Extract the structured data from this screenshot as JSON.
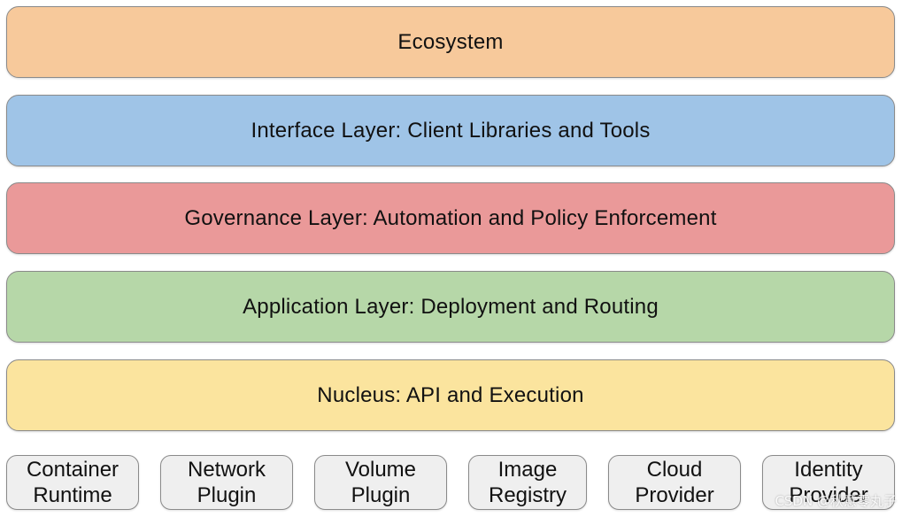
{
  "layers": [
    {
      "label": "Ecosystem",
      "color": "#f7c99b"
    },
    {
      "label": "Interface Layer: Client Libraries and Tools",
      "color": "#9fc4e7"
    },
    {
      "label": "Governance Layer: Automation and Policy Enforcement",
      "color": "#ea9999"
    },
    {
      "label": "Application Layer: Deployment and Routing",
      "color": "#b6d7a8"
    },
    {
      "label": "Nucleus: API and Execution",
      "color": "#fbe49e"
    }
  ],
  "plugins": [
    {
      "line1": "Container",
      "line2": "Runtime"
    },
    {
      "line1": "Network",
      "line2": "Plugin"
    },
    {
      "line1": "Volume",
      "line2": "Plugin"
    },
    {
      "line1": "Image",
      "line2": "Registry"
    },
    {
      "line1": "Cloud",
      "line2": "Provider"
    },
    {
      "line1": "Identity",
      "line2": "Provider"
    }
  ],
  "plugin_color": "#efefef",
  "watermark": "CSDN @秋意零丸子"
}
